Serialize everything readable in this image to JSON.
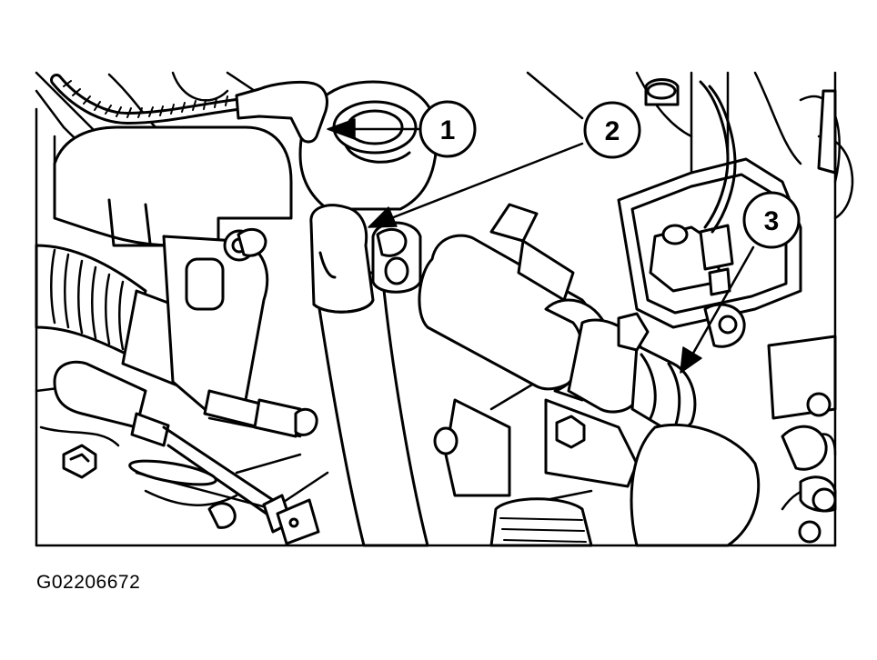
{
  "figure_code": "G02206672",
  "callouts": [
    {
      "number": "1"
    },
    {
      "number": "2"
    },
    {
      "number": "3"
    }
  ],
  "colors": {
    "line": "#000000",
    "fill": "#ffffff",
    "background": "#ffffff"
  }
}
